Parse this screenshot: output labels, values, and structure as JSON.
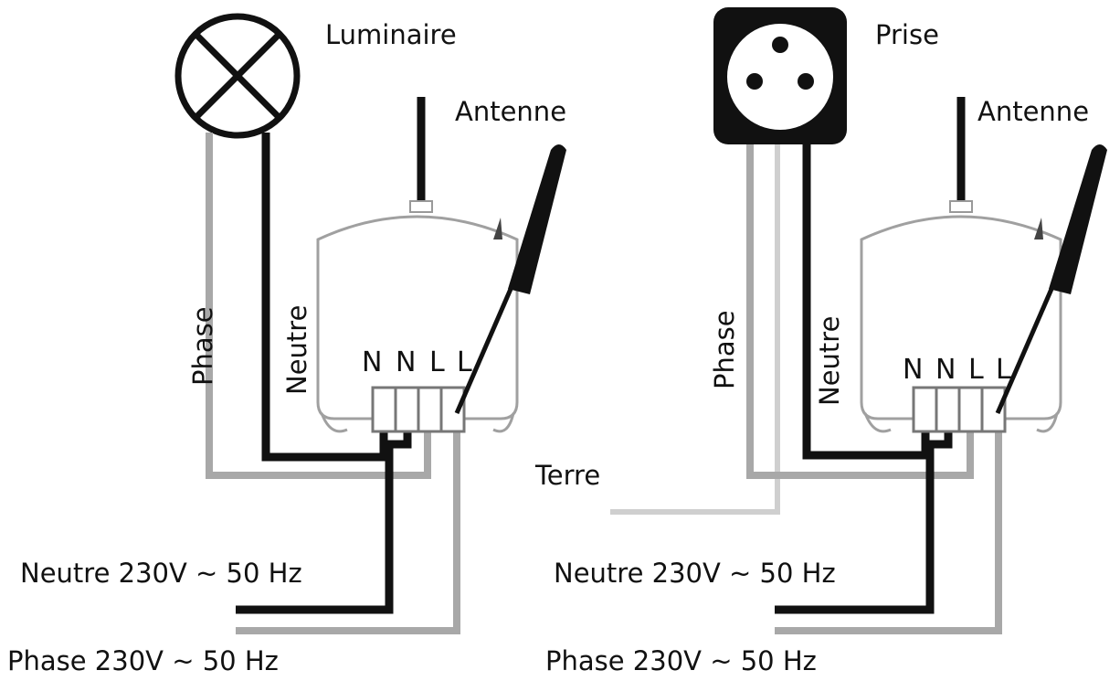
{
  "left": {
    "device_label": "Luminaire",
    "antenna_label": "Antenne",
    "phase_label": "Phase",
    "neutre_label": "Neutre",
    "terminals": [
      "N",
      "N",
      "L",
      "L"
    ],
    "supply_neutre": "Neutre 230V ~ 50 Hz",
    "supply_phase": "Phase 230V ~ 50 Hz"
  },
  "right": {
    "device_label": "Prise",
    "antenna_label": "Antenne",
    "phase_label": "Phase",
    "neutre_label": "Neutre",
    "terre_label": "Terre",
    "terminals": [
      "N",
      "N",
      "L",
      "L"
    ],
    "supply_neutre": "Neutre 230V ~ 50 Hz",
    "supply_phase": "Phase 230V ~ 50 Hz"
  },
  "icons": {
    "lamp": "lamp-icon",
    "socket": "socket-icon",
    "screwdriver": "screwdriver-icon",
    "antenna": "antenna-icon"
  },
  "colors": {
    "neutral_wire": "#111111",
    "phase_wire": "#a8a8a8",
    "earth_wire": "#cfcfcf"
  }
}
